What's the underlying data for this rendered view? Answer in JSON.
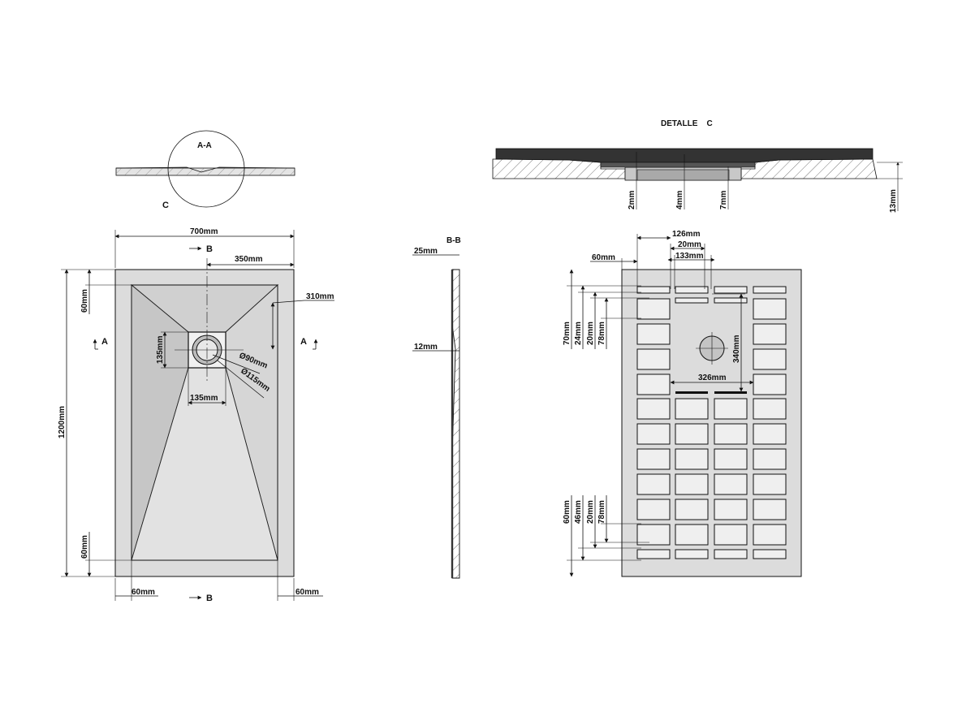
{
  "section_aa": {
    "title": "A-A",
    "detail_mark": "C"
  },
  "detail_c": {
    "title": "DETALLE    C",
    "dims": [
      "2mm",
      "4mm",
      "7mm",
      "13mm"
    ]
  },
  "plan": {
    "width": "700mm",
    "height": "1200mm",
    "half_width": "350mm",
    "slope_corner": "310mm",
    "top_margin": "60mm",
    "bottom_margin": "60mm",
    "left_margin": "60mm",
    "right_margin": "60mm",
    "drain_height": "135mm",
    "drain_width": "135mm",
    "drain_inner_dia": "Ø90mm",
    "drain_outer_dia": "Ø115mm",
    "section_a": "A",
    "section_b": "B"
  },
  "section_bb": {
    "title": "B-B",
    "dims": [
      "25mm",
      "12mm"
    ]
  },
  "underside": {
    "top_dims": [
      "126mm",
      "20mm",
      "133mm",
      "60mm"
    ],
    "left_top_dims": [
      "70mm",
      "24mm",
      "20mm",
      "78mm"
    ],
    "left_bottom_dims": [
      "60mm",
      "46mm",
      "20mm",
      "78mm"
    ],
    "drain_offset": "340mm",
    "center_span": "326mm"
  },
  "colors": {
    "tray_fill": "#dcdcdc",
    "slope_fill": "#c9c9c9",
    "hatch": "#555555",
    "line": "#111111"
  }
}
